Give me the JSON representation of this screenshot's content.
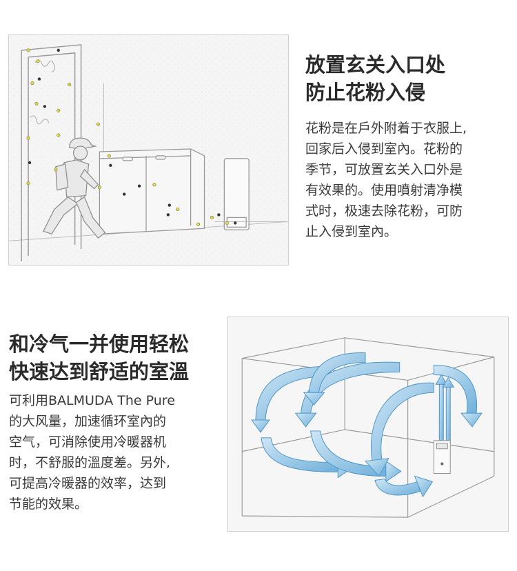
{
  "section1": {
    "title_lines": [
      "放置玄关入口处",
      "防止花粉入侵"
    ],
    "body_lines": [
      "花粉是在戶外附着于衣服上,",
      "回家后入侵到室內。花粉的",
      "季节，可放置玄关入口外是",
      "有效果的。使用噴射清净模",
      "式时，极速去除花粉，可防",
      "止入侵到室內。"
    ]
  },
  "section2": {
    "title_lines": [
      "和冷气一并使用轻松",
      "快速达到舒适的室溫"
    ],
    "body_lines": [
      "可利用BALMUDA The Pure",
      "的大风量，加速循环室內的",
      "空气，可消除使用冷暖器机",
      "时，不舒服的溫度差。另外,",
      "可提高冷暖器的效率，达到",
      "节能的效果。"
    ]
  },
  "colors": {
    "pollen_yellow": "#e3d93a",
    "dust_dark": "#333333",
    "airflow_blue": "#7ab8df",
    "line_gray": "#9a9a9a"
  }
}
